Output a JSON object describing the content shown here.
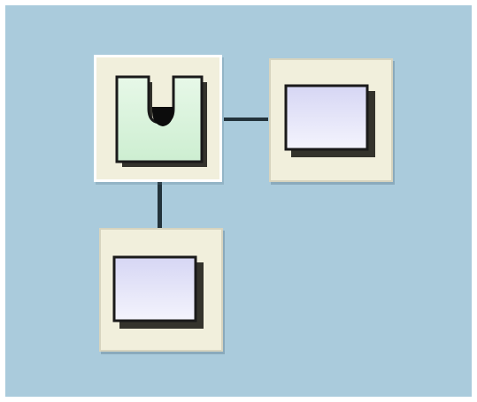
{
  "diagram": {
    "background_color": "#aacbdc",
    "nodes": [
      {
        "id": "root",
        "icon": "u-bracket-icon",
        "selected": true,
        "fill": "#cdeed1",
        "fill_light": "#e7f8e8"
      },
      {
        "id": "right-child",
        "icon": "rectangle-box-icon",
        "selected": false,
        "fill": "#dcdcf5",
        "fill_light": "#f4f4fd"
      },
      {
        "id": "bottom-child",
        "icon": "rectangle-box-icon",
        "selected": false,
        "fill": "#dcdcf5",
        "fill_light": "#f4f4fd"
      }
    ],
    "edges": [
      {
        "from": "root",
        "to": "right-child"
      },
      {
        "from": "root",
        "to": "bottom-child"
      }
    ]
  }
}
